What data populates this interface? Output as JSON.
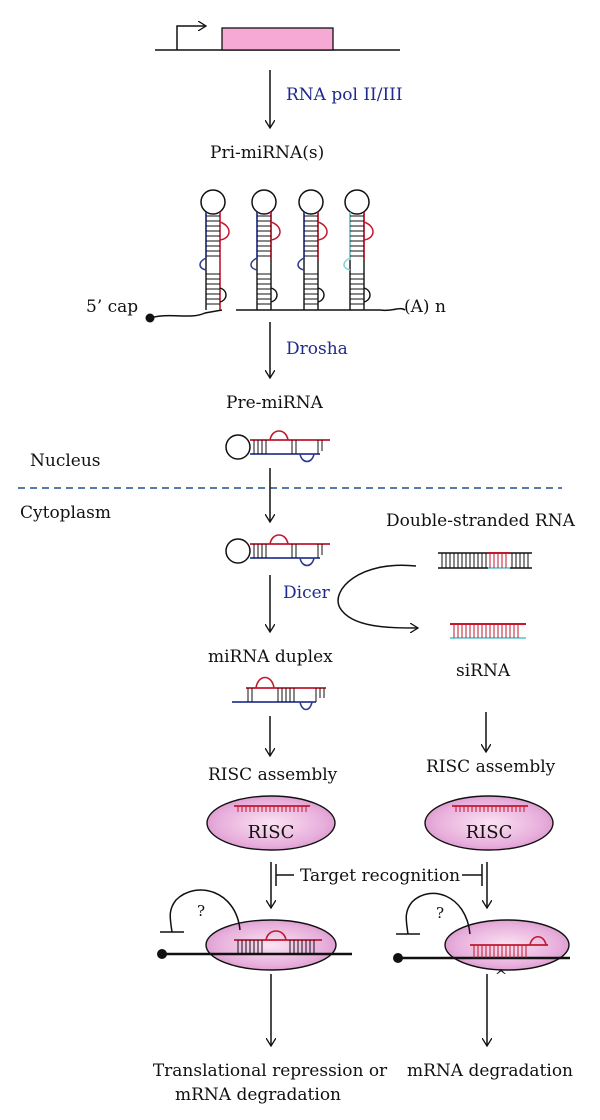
{
  "labels": {
    "pol": "RNA pol II/III",
    "pri": "Pri-miRNA(s)",
    "cap": "5’ cap",
    "polya": "(A) n",
    "drosha": "Drosha",
    "pre": "Pre-miRNA",
    "nucleus": "Nucleus",
    "cytoplasm": "Cytoplasm",
    "dsrna": "Double-stranded RNA",
    "dicer": "Dicer",
    "duplex": "miRNA duplex",
    "sirna": "siRNA",
    "risc_assembly_left": "RISC assembly",
    "risc_assembly_right": "RISC assembly",
    "risc_left": "RISC",
    "risc_right": "RISC",
    "target": "Target recognition",
    "q_left": "?",
    "q_right": "?",
    "cleave": "^",
    "out_left_1": "Translational repression or",
    "out_left_2": "mRNA degradation",
    "out_right": "mRNA degradation"
  },
  "colors": {
    "enzyme": "#1f2a8c",
    "mirna_strand": "#c0182e",
    "star_strand": "#2e3a94",
    "sirna_strand": "#7fd2d8",
    "risc_fill": "#e8b3da",
    "gene_box": "#f7a9d5",
    "membrane": "#1f4e8c"
  }
}
